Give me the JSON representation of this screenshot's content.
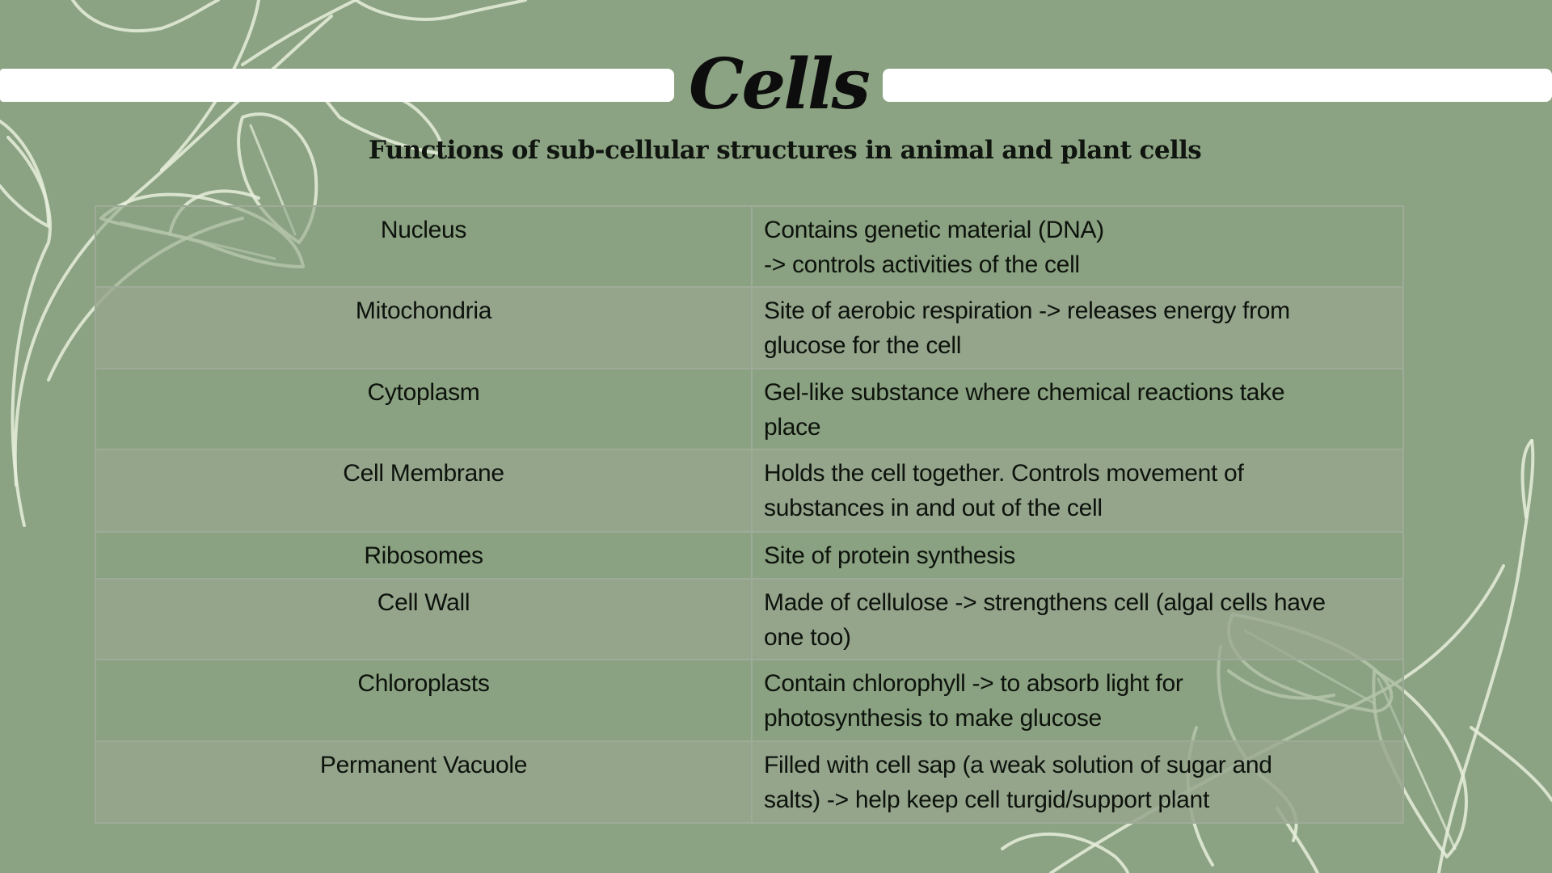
{
  "slide": {
    "title": "Cells",
    "subtitle": "Functions of sub-cellular structures in animal and plant cells",
    "background_color": "#8ba382",
    "accent_bar_color": "#ffffff",
    "decoration": "leaf-line-art"
  },
  "table": {
    "rows": [
      {
        "structure": "Nucleus",
        "function_lines": [
          "Contains genetic material (DNA)",
          "-> controls activities of the cell"
        ]
      },
      {
        "structure": "Mitochondria",
        "function_lines": [
          "Site of aerobic respiration -> releases energy from",
          "glucose for the cell"
        ]
      },
      {
        "structure": "Cytoplasm",
        "function_lines": [
          "Gel-like substance where chemical reactions take",
          "place"
        ]
      },
      {
        "structure": "Cell Membrane",
        "function_lines": [
          "Holds the cell together. Controls movement of",
          "substances in and out of the cell"
        ]
      },
      {
        "structure": "Ribosomes",
        "function_lines": [
          "Site of protein synthesis"
        ]
      },
      {
        "structure": "Cell Wall",
        "function_lines": [
          "Made of cellulose -> strengthens cell (algal cells have",
          "one too)"
        ]
      },
      {
        "structure": "Chloroplasts",
        "function_lines": [
          "Contain chlorophyll -> to absorb light for",
          "photosynthesis to make glucose"
        ]
      },
      {
        "structure": "Permanent Vacuole",
        "function_lines": [
          "Filled with cell sap (a weak solution of sugar and",
          "salts) -> help keep cell turgid/support plant"
        ]
      }
    ]
  }
}
